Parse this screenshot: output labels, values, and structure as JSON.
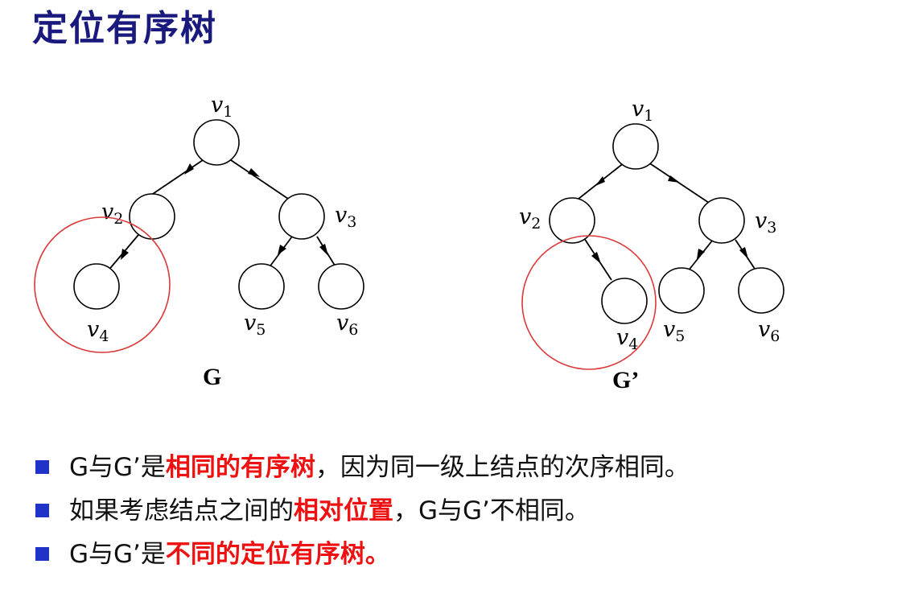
{
  "title": "定位有序树",
  "trees": [
    {
      "label": "G",
      "nodes": [
        {
          "name": "v",
          "sub": "1"
        },
        {
          "name": "v",
          "sub": "2"
        },
        {
          "name": "v",
          "sub": "3"
        },
        {
          "name": "v",
          "sub": "4"
        },
        {
          "name": "v",
          "sub": "5"
        },
        {
          "name": "v",
          "sub": "6"
        }
      ]
    },
    {
      "label": "G’",
      "nodes": [
        {
          "name": "v",
          "sub": "1"
        },
        {
          "name": "v",
          "sub": "2"
        },
        {
          "name": "v",
          "sub": "3"
        },
        {
          "name": "v",
          "sub": "4"
        },
        {
          "name": "v",
          "sub": "5"
        },
        {
          "name": "v",
          "sub": "6"
        }
      ]
    }
  ],
  "highlight_color": "#ee1111",
  "bullet_color": "#1f33c8",
  "title_color": "#1a1a7e",
  "bullets": [
    {
      "pre": "G与G’是",
      "hl": "相同的有序树",
      "post": "，因为同一级上结点的次序相同。"
    },
    {
      "pre": "如果考虑结点之间的",
      "hl": "相对位置",
      "post": "，G与G’不相同。"
    },
    {
      "pre": "G与G’是",
      "hl": "不同的定位有序树。",
      "post": ""
    }
  ]
}
